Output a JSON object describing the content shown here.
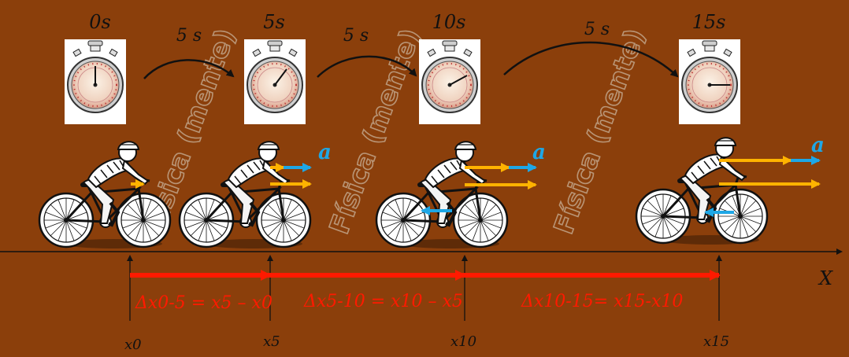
{
  "colors": {
    "background": "#8b3f0b",
    "displacement": "#ff1a00",
    "velocity_arrow": "#ffb300",
    "acceleration_arrow": "#1ea7e6",
    "axis": "#111111",
    "watermark": "#c9b29a"
  },
  "times": [
    "0s",
    "5s",
    "10s",
    "15s"
  ],
  "interval_labels": [
    "5 s",
    "5 s",
    "5 s"
  ],
  "positions": [
    "x0",
    "x5",
    "x10",
    "x15"
  ],
  "axis_label": "X",
  "acceleration_label": "a",
  "watermark_text": "Física (mente)",
  "displacements": [
    "Δx0-5 = x5 – x0",
    "Δx5-10 = x10 – x5",
    "Δx10-15= x15-x10"
  ]
}
